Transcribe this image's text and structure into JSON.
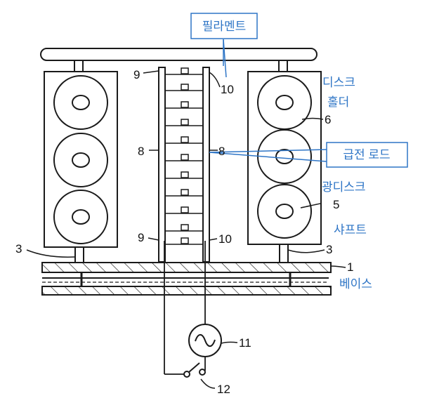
{
  "colors": {
    "line": "#1a1a1a",
    "annotation": "#2e75c6",
    "callout_border": "#2e75c6",
    "background": "#ffffff"
  },
  "callouts": {
    "filament": "필라멘트",
    "feed_rod": "급전 로드"
  },
  "annotations": {
    "disk_holder_line1": "디스크",
    "disk_holder_line2": "홀더",
    "optical_disk": "광디스크",
    "shaft": "샤프트",
    "base": "베이스"
  },
  "reference_numerals": {
    "base": "1",
    "shaft_left": "3",
    "shaft_right": "3",
    "disk": "5",
    "holder": "6",
    "rod_left": "8",
    "rod_right": "8",
    "top_left": "9",
    "top_right": "10",
    "bottom_left": "9",
    "bottom_right": "10",
    "power_source": "11",
    "switch": "12"
  },
  "icons": {
    "ac_source": "ac-source-icon",
    "switch": "switch-icon"
  }
}
